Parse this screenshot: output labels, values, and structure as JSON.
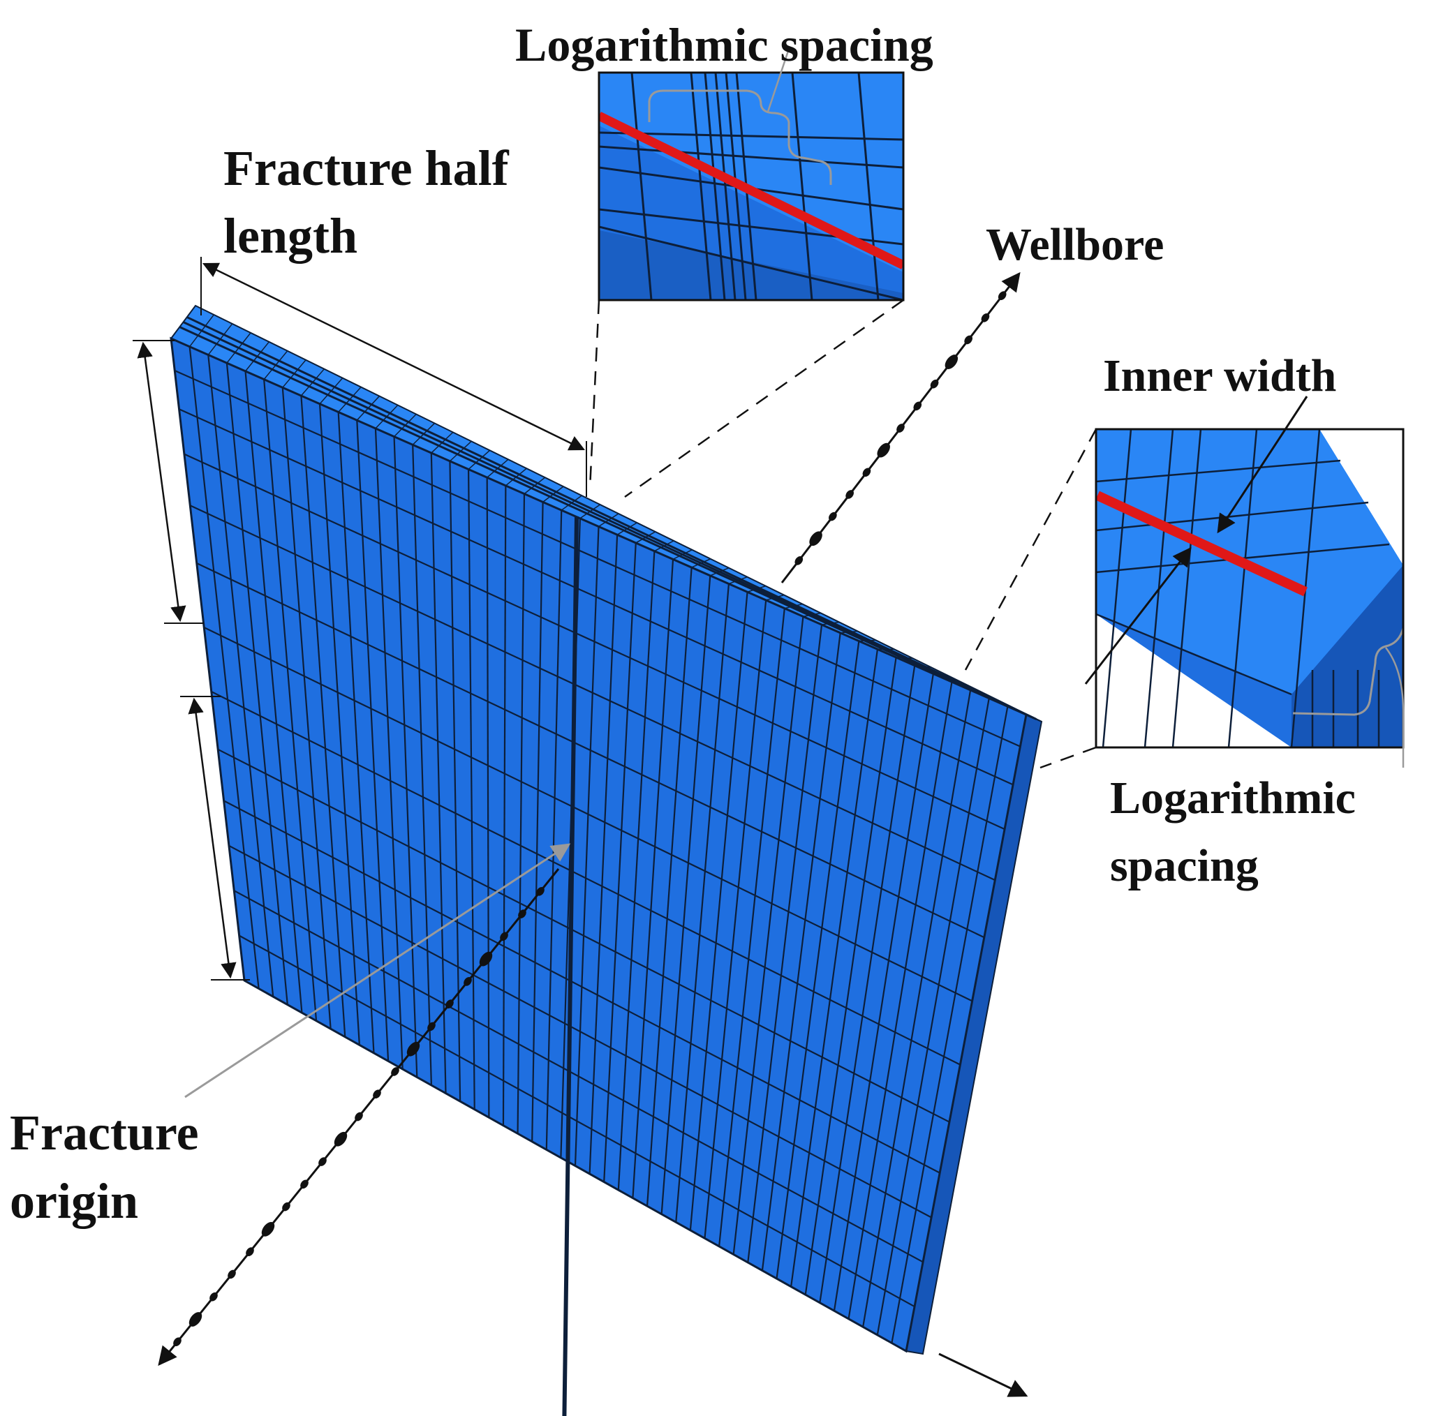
{
  "labels": {
    "log_spacing_top": "Logarithmic spacing",
    "fracture_half_length_line1": "Fracture half",
    "fracture_half_length_line2": "length",
    "wellbore": "Wellbore",
    "inner_width": "Inner width",
    "log_spacing_right_line1": "Logarithmic",
    "log_spacing_right_line2": "spacing",
    "fracture_origin_line1": "Fracture",
    "fracture_origin_line2": "origin"
  },
  "colors": {
    "mesh_fill": "#1f6fe0",
    "mesh_top": "#2a86f5",
    "mesh_side": "#1656b8",
    "mesh_line": "#0d1f3a",
    "fracture": "#e01818",
    "annotation": "#111111",
    "leader_gray": "#9a9a9a"
  }
}
